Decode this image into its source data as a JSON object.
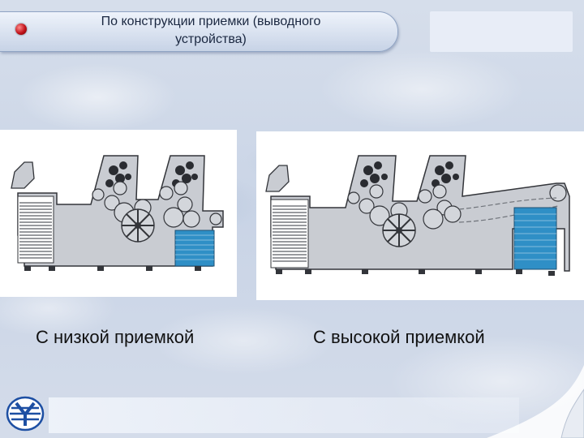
{
  "slide": {
    "title": "По конструкции приемки (выводного устройства)"
  },
  "figures": [
    {
      "name": "low-delivery",
      "caption": "С низкой приемкой"
    },
    {
      "name": "high-delivery",
      "caption": "С высокой приемкой"
    }
  ],
  "colors": {
    "machine_body": "#c9ccd2",
    "machine_outline": "#33353a",
    "delivery_pile": "#2f8fc6",
    "feeder_pile": "#8a8d94",
    "title_bullet": "#c1121a"
  },
  "icons": {
    "bullet": "red-sphere-icon",
    "logo": "company-logo-icon"
  }
}
